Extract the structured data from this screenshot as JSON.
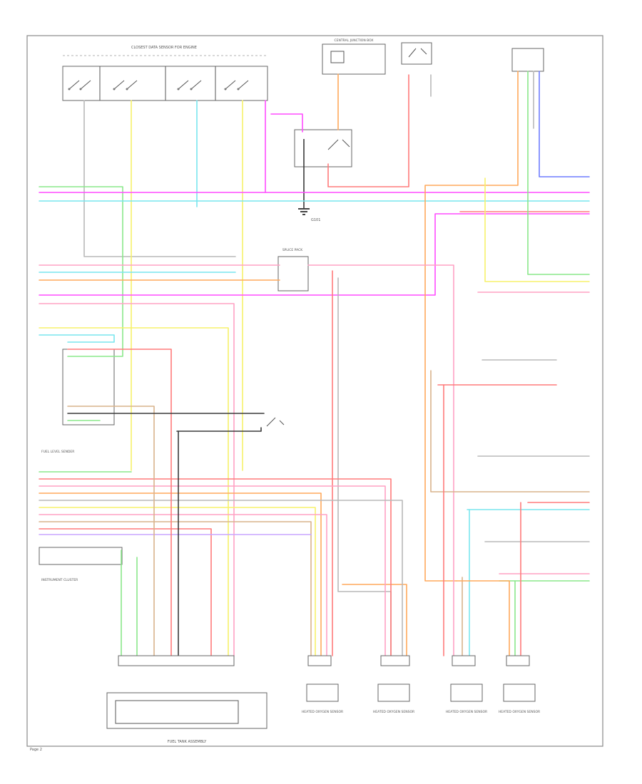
{
  "diagram": {
    "wire_colors": {
      "black": "#3a3a3a",
      "gray": "#b9b9b9",
      "red": "#ff7b7b",
      "pink": "#ffa2c4",
      "magenta": "#ff4cff",
      "orange": "#ffa95c",
      "yellow": "#f7f26b",
      "light_green": "#8ae88a",
      "light_blue": "#79e6ee",
      "violet": "#c9a6ff",
      "blue": "#6f7dff",
      "tan": "#d9b38c",
      "brown": "#b07a4a",
      "white": "#dddddd"
    },
    "footer": "Page 2",
    "captions": {
      "top_connector": "CLOSEST DATA SENSOR FOR ENGINE",
      "fuse_block": "CENTRAL JUNCTION BOX",
      "ground_point": "G101",
      "splice_box": "SPLICE PACK",
      "cluster": "INSTRUMENT CLUSTER",
      "fuel_level": "FUEL LEVEL SENDER",
      "fuel_tank": "FUEL TANK ASSEMBLY",
      "sensors": [
        "HEATED OXYGEN SENSOR",
        "HEATED OXYGEN SENSOR",
        "HEATED OXYGEN SENSOR",
        "HEATED OXYGEN SENSOR"
      ]
    }
  }
}
